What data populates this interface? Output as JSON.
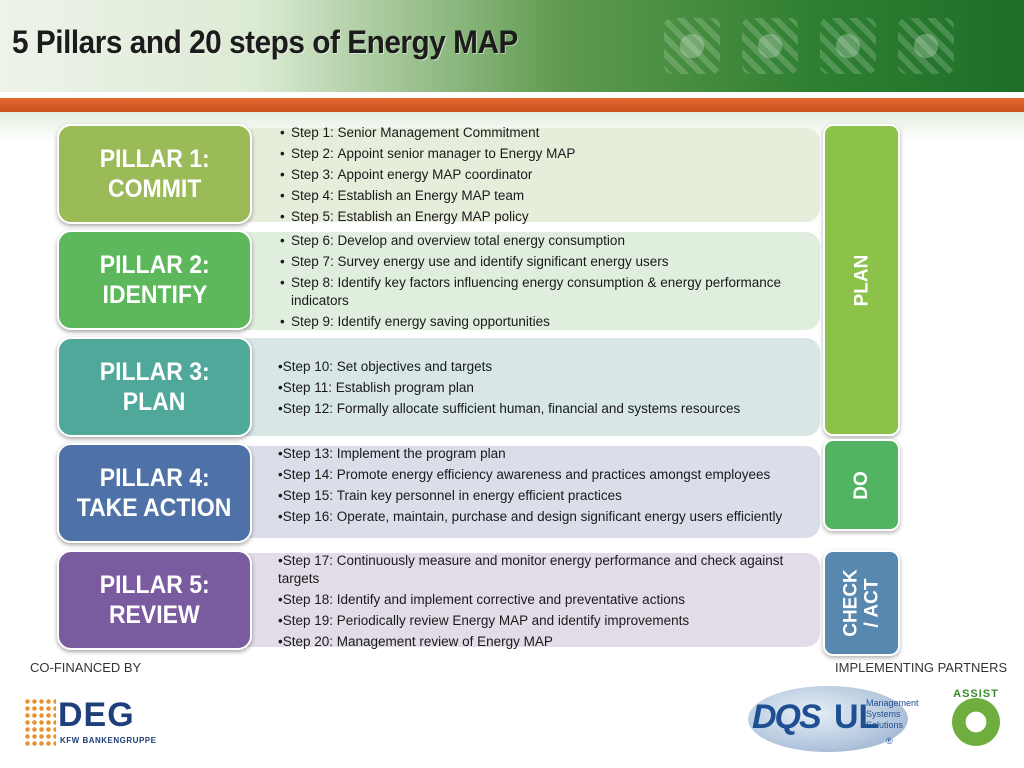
{
  "title": "5 Pillars and 20 steps of Energy MAP",
  "pillars": [
    {
      "line1": "PILLAR 1:",
      "line2": "COMMIT",
      "color": "#9bbb59",
      "row_color": "#e6eddb",
      "steps": [
        "Step 1: Senior Management Commitment",
        "Step 2: Appoint senior manager to Energy MAP",
        "Step 3: Appoint energy MAP coordinator",
        "Step 4: Establish an Energy MAP team",
        "Step 5: Establish an Energy MAP policy"
      ]
    },
    {
      "line1": "PILLAR 2:",
      "line2": "IDENTIFY",
      "color": "#5db85c",
      "row_color": "#dfeedd",
      "steps": [
        "Step 6: Develop and overview total energy consumption",
        "Step 7: Survey energy use and identify significant energy users",
        "Step 8: Identify key factors influencing energy consumption & energy performance indicators",
        "Step 9: Identify energy saving opportunities"
      ]
    },
    {
      "line1": "PILLAR 3:",
      "line2": "PLAN",
      "color": "#4fa89a",
      "row_color": "#d8e6e6",
      "steps": [
        "Step 10: Set objectives and targets",
        "Step 11: Establish program plan",
        "Step 12: Formally allocate sufficient human, financial and systems resources"
      ]
    },
    {
      "line1": "PILLAR 4:",
      "line2": "TAKE ACTION",
      "color": "#4e72a8",
      "row_color": "#d9dee9",
      "steps": [
        "Step 13: Implement the program plan",
        "Step 14: Promote energy efficiency awareness and practices amongst employees",
        "Step 15: Train key personnel in energy efficient practices",
        "Step 16: Operate, maintain, purchase and design significant energy users efficiently"
      ]
    },
    {
      "line1": "PILLAR 5:",
      "line2": "REVIEW",
      "color": "#7a5ba0",
      "row_color": "#e1dce8",
      "steps": [
        "Step 17: Continuously measure and monitor energy performance and check against targets",
        "Step 18: Identify and implement corrective and preventative actions",
        "Step 19: Periodically review Energy MAP and identify improvements",
        "Step 20: Management review of Energy MAP"
      ]
    }
  ],
  "phases": [
    {
      "label": "PLAN",
      "color": "#8cc24a"
    },
    {
      "label": "DO",
      "color": "#52b363"
    },
    {
      "label": "CHECK / ACT",
      "color": "#5887b0"
    }
  ],
  "footer": {
    "cofinanced_label": "CO-FINANCED BY",
    "partners_label": "IMPLEMENTING PARTNERS",
    "deg_name": "DEG",
    "deg_sub": "KFW BANKENGRUPPE",
    "dqs": "DQS",
    "ul": "UL",
    "ul_lines": [
      "Management",
      "Systems",
      "Solutions"
    ],
    "ul_reg": "®",
    "assist": "ASSIST"
  }
}
